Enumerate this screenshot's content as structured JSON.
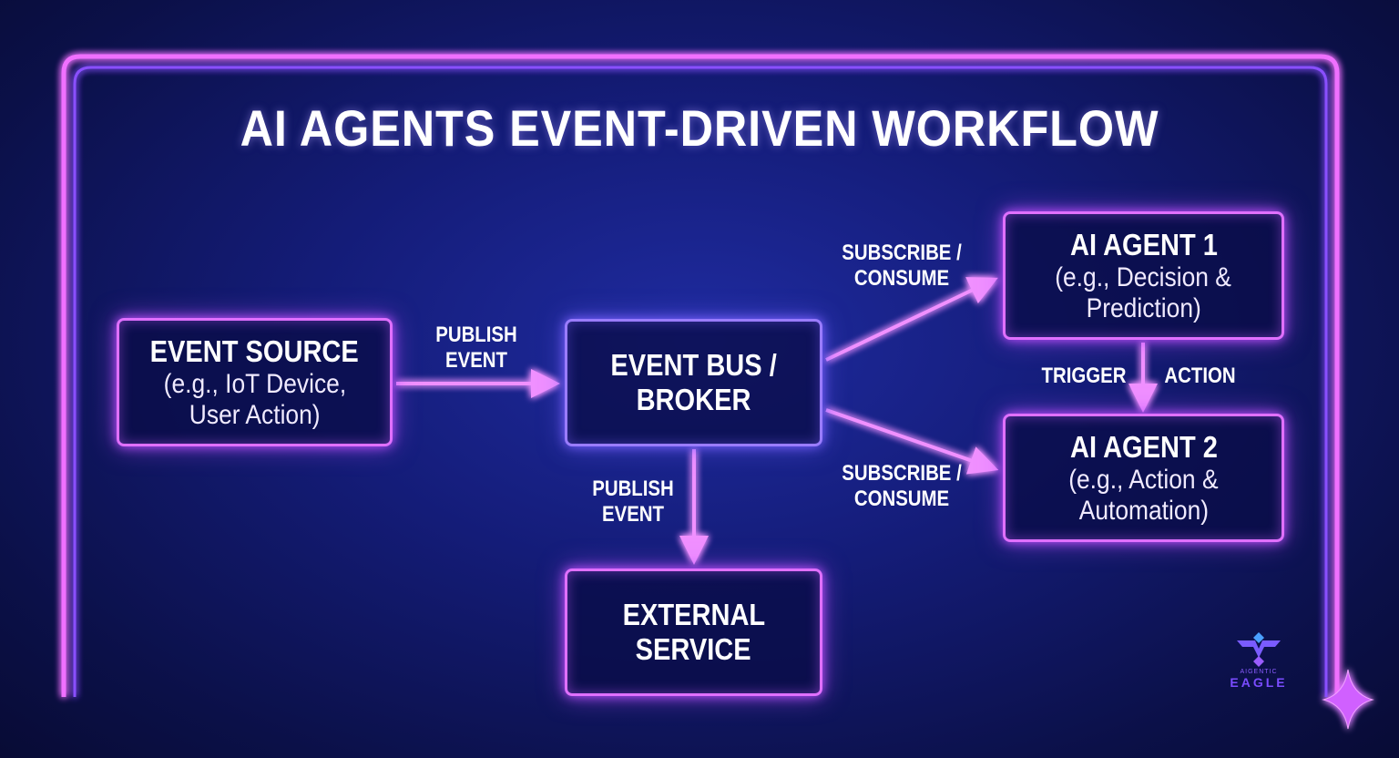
{
  "title": "AI AGENTS EVENT-DRIVEN WORKFLOW",
  "nodes": {
    "event_source": {
      "title": "EVENT SOURCE",
      "subtitle": [
        "(e.g., IoT Device,",
        "User Action)"
      ]
    },
    "event_bus": {
      "title": [
        "EVENT BUS /",
        "BROKER"
      ]
    },
    "external_service": {
      "title": [
        "EXTERNAL",
        "SERVICE"
      ]
    },
    "agent1": {
      "title": "AI AGENT 1",
      "subtitle": [
        "(e.g., Decision &",
        "Prediction)"
      ]
    },
    "agent2": {
      "title": "AI AGENT 2",
      "subtitle": [
        "(e.g., Action &",
        "Automation)"
      ]
    }
  },
  "edges": {
    "publish1": [
      "PUBLISH",
      "EVENT"
    ],
    "subscribe1": [
      "SUBSCRIBE /",
      "CONSUME"
    ],
    "subscribe2": [
      "SUBSCRIBE /",
      "CONSUME"
    ],
    "publish2": [
      "PUBLISH",
      "EVENT"
    ],
    "trigger": "TRIGGER",
    "action": "ACTION"
  },
  "logo": {
    "small": "AIGENTIC",
    "big": "EAGLE"
  },
  "colors": {
    "neon_pink": "#e070ff",
    "neon_purple": "#9a7cff",
    "bg": "#141c78"
  }
}
